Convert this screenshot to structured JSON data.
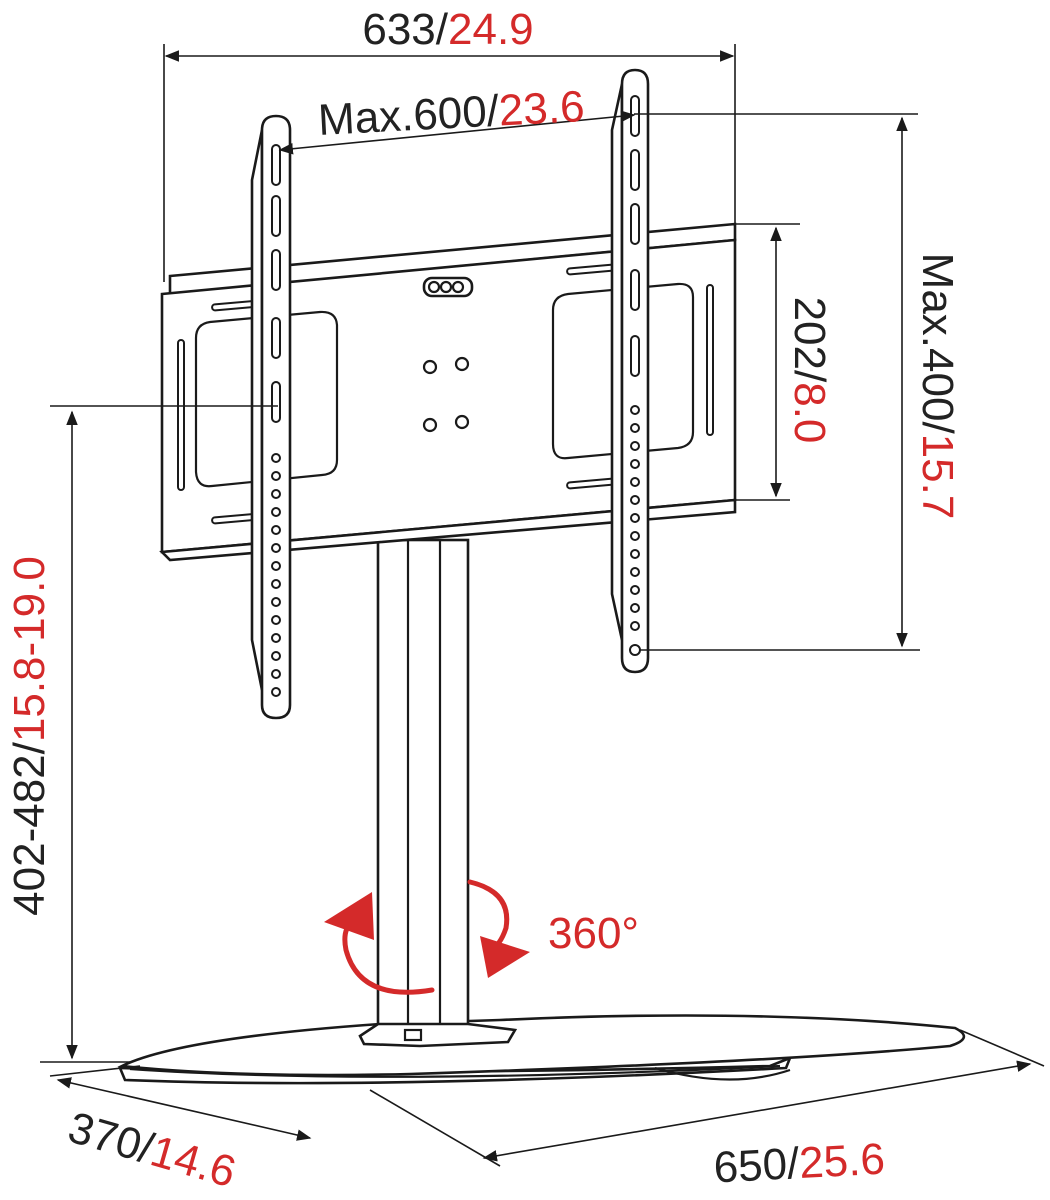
{
  "labels": {
    "overall_width": {
      "metric": "633",
      "separator": "/",
      "imperial": "24.9"
    },
    "max_horizontal": {
      "metric": "Max.600",
      "separator": "/",
      "imperial": "23.6"
    },
    "max_vertical": {
      "metric": "Max.400",
      "separator": "/",
      "imperial": "15.7"
    },
    "plate_height": {
      "metric": "202",
      "separator": "/",
      "imperial": "8.0"
    },
    "height_range": {
      "metric": "402-482",
      "separator": "/",
      "imperial": "15.8-19.0"
    },
    "rotation": {
      "text": "360°"
    },
    "base_depth": {
      "metric": "370",
      "separator": "/",
      "imperial": "14.6"
    },
    "base_width": {
      "metric": "650",
      "separator": "/",
      "imperial": "25.6"
    }
  },
  "colors": {
    "metric_text": "#222222",
    "imperial_text": "#d42a2a",
    "line": "#1a1a1a",
    "rotation_arrow": "#d42a2a"
  }
}
